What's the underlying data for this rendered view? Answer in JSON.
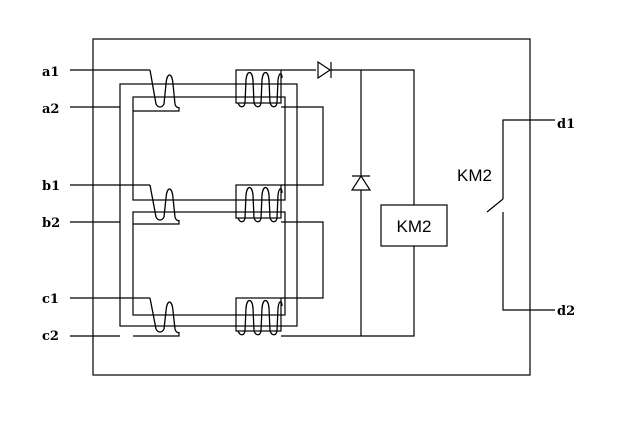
{
  "terminals": {
    "a1": "a1",
    "a2": "a2",
    "b1": "b1",
    "b2": "b2",
    "c1": "c1",
    "c2": "c2",
    "d1": "d1",
    "d2": "d2"
  },
  "relay_box_label": "KM2",
  "contact_label": "KM2"
}
